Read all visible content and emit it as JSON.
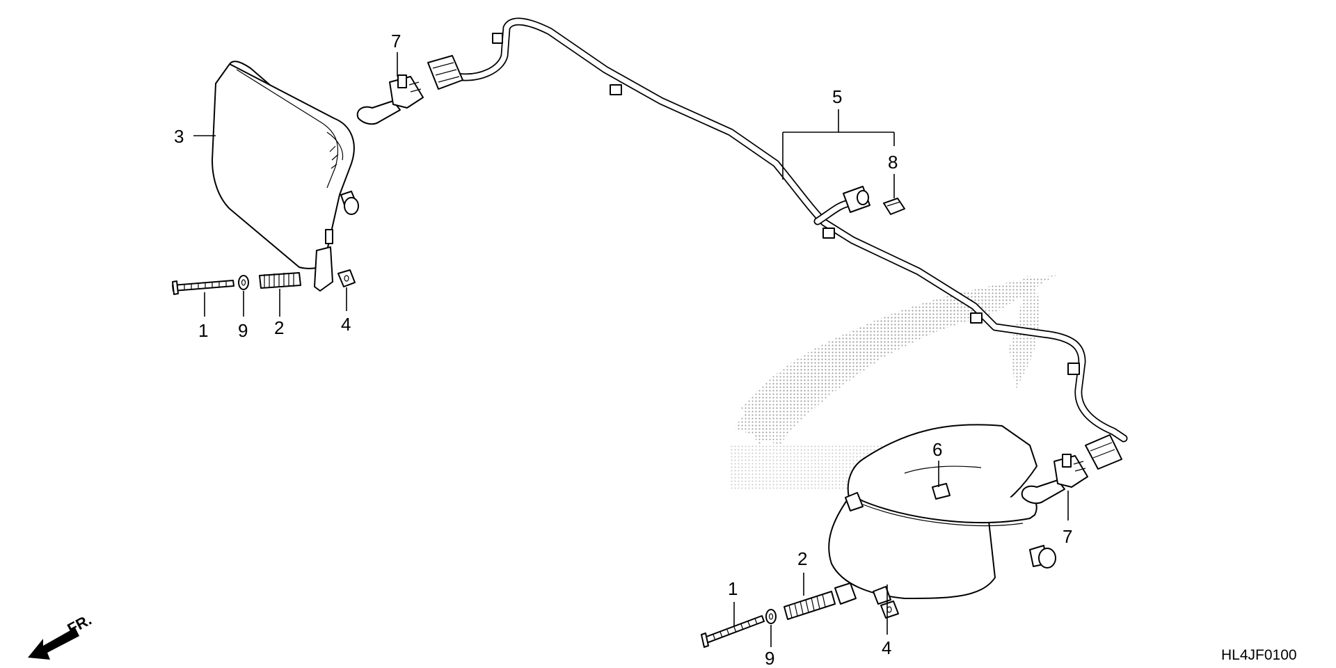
{
  "diagram": {
    "callouts": {
      "c1_left": "1",
      "c9_left": "9",
      "c2_left": "2",
      "c4_left": "4",
      "c3": "3",
      "c7_left": "7",
      "c5": "5",
      "c8": "8",
      "c6": "6",
      "c7_right": "7",
      "c1_right": "1",
      "c2_right": "2",
      "c9_right": "9",
      "c4_right": "4"
    },
    "front_indicator": "FR.",
    "diagram_code": "HL4JF0100",
    "watermark_color": "#9a9a9a",
    "line_color": "#000000"
  }
}
